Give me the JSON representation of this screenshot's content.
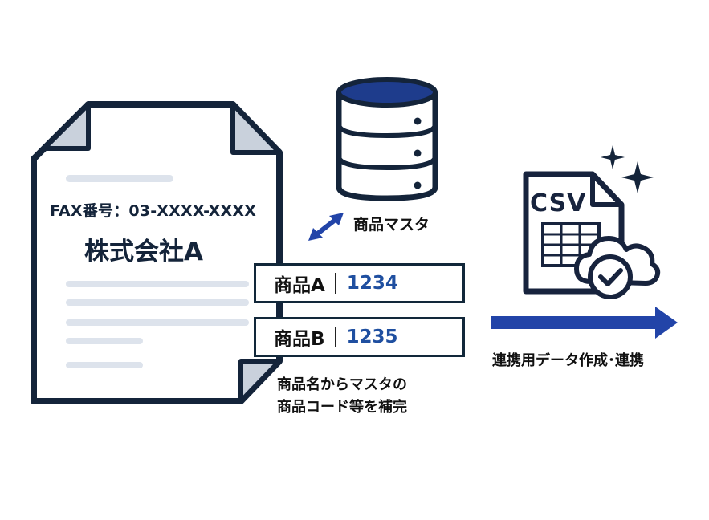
{
  "document": {
    "fax_line": "FAX番号：03-XXXX-XXXX",
    "company": "株式会社A"
  },
  "master": {
    "label": "商品マスタ"
  },
  "products": [
    {
      "name": "商品A",
      "code": "1234"
    },
    {
      "name": "商品B",
      "code": "1235"
    }
  ],
  "supplement_caption": {
    "line1": "商品名からマスタの",
    "line2": "商品コード等を補完"
  },
  "csv": {
    "file_label": "CSV",
    "caption": "連携用データ作成･連携"
  },
  "colors": {
    "navy": "#14243a",
    "accent_blue": "#2244a8",
    "code_blue": "#1f4fa0",
    "doc_line": "#dde3ec"
  }
}
